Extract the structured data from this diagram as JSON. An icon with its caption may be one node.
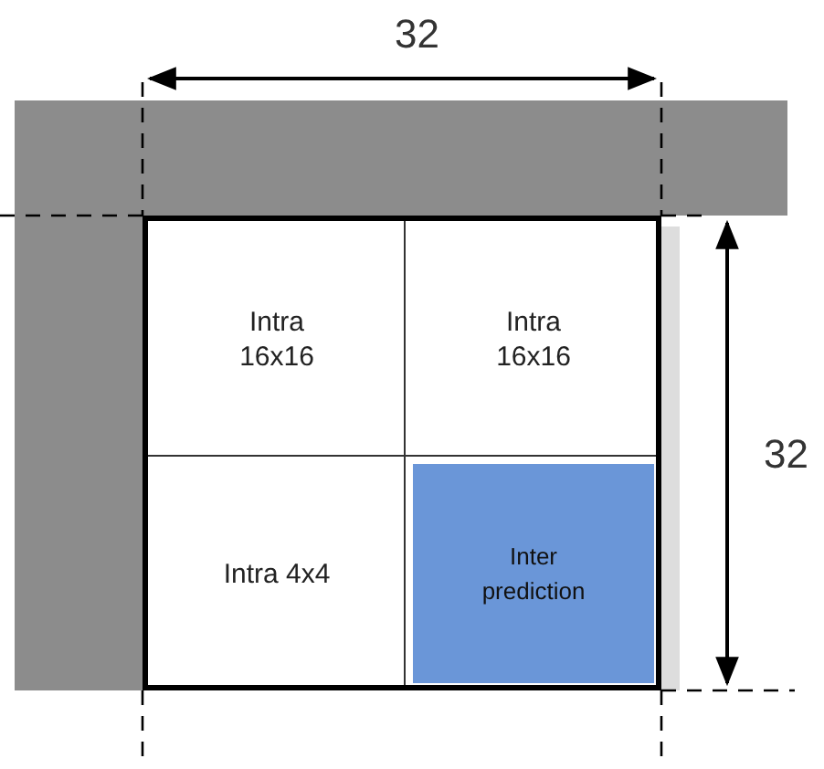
{
  "diagram": {
    "nodes": [
      {
        "text": [
          "Intra 16x16"
        ]
      },
      {
        "text": [
          "Intra 16x16"
        ]
      },
      {
        "text": [
          "Intra 4x4"
        ]
      },
      {
        "text": [
          "Inter prediction"
        ]
      }
    ],
    "labels": [
      "32",
      "32"
    ]
  }
}
